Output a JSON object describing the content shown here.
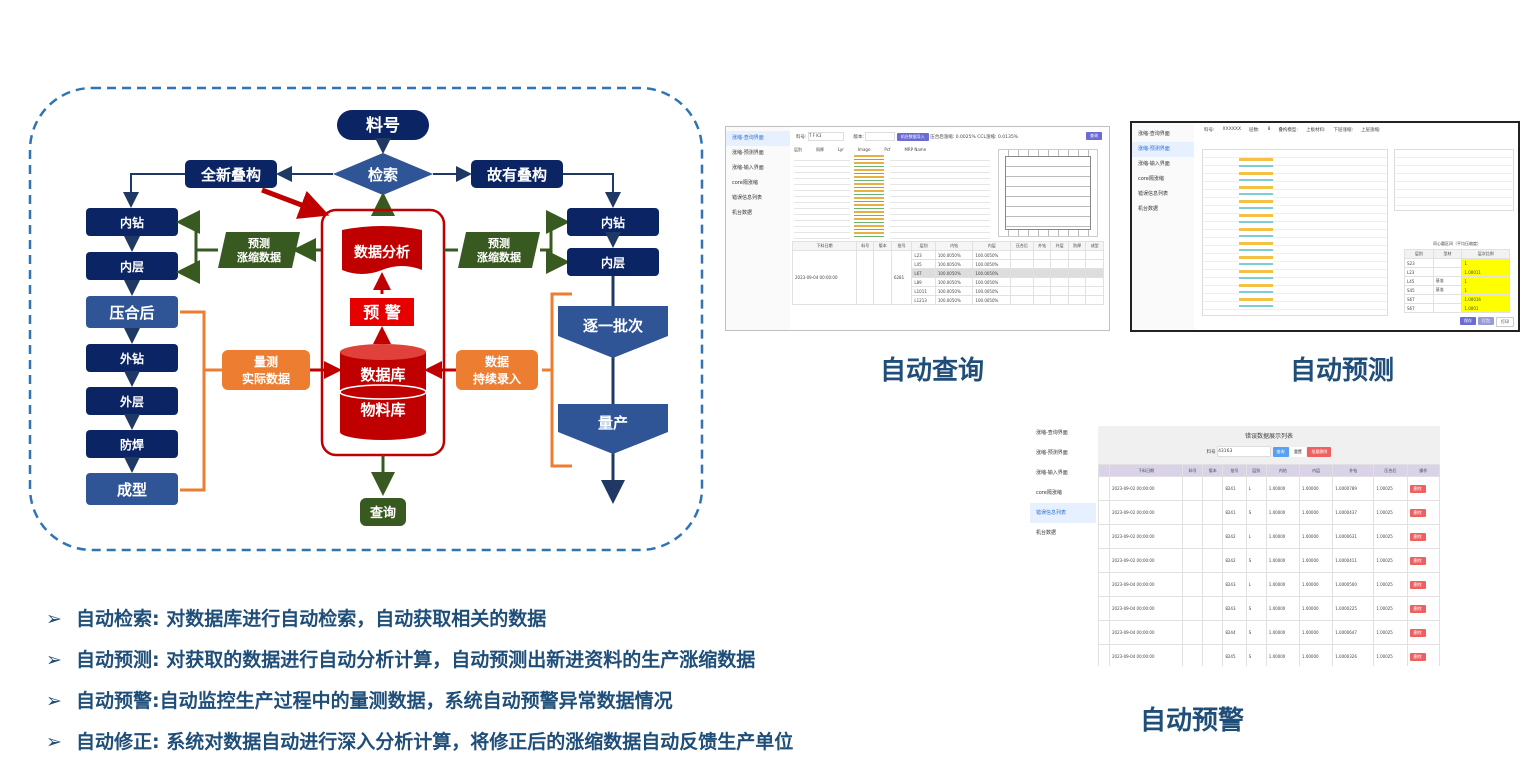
{
  "flow": {
    "liaohao": "料号",
    "jiansuo": "检索",
    "quanxin": "全新叠构",
    "guyou": "故有叠构",
    "left_col": [
      "内钻",
      "内层",
      "压合后",
      "外钻",
      "外层",
      "防焊",
      "成型"
    ],
    "right_col": [
      "内钻",
      "内层"
    ],
    "yuce_left": [
      "预测",
      "涨缩数据"
    ],
    "yuce_right": [
      "预测",
      "涨缩数据"
    ],
    "shuju_fenxi": "数据分析",
    "yujing": "预 警",
    "shujuku": "数据库",
    "wuliaoku": "物料库",
    "celiang": [
      "量测",
      "实际数据"
    ],
    "chixu": [
      "数据",
      "持续录入"
    ],
    "zhuyi": "逐一批次",
    "liangchan": "量产",
    "chaxun": "查询",
    "colors": {
      "navy": "#0b2463",
      "steel": "#2f5597",
      "red": "#c00000",
      "green": "#38591f",
      "orange": "#ed7d31",
      "dash": "#2e75b6"
    }
  },
  "ss1": {
    "side": [
      "涨缩-查询界面",
      "涨缩-预测界面",
      "涨缩-输入界面",
      "core隔涨缩",
      "错误信息列表",
      "机台数据"
    ],
    "filter": {
      "liaohao_label": "料号:",
      "liaohao_value": "T F K3",
      "banben_label": "版本:",
      "btn": "机台数据导入",
      "f1": "压合后涨缩:",
      "f2": "0.0025%",
      "f3": "CCL涨缩:",
      "f4": "0.0135%",
      "search": "查询"
    },
    "stack_headers": [
      "层别",
      "铜厚",
      "Lyr",
      "Image",
      "Pcf",
      "MRP Name"
    ],
    "rows_head": [
      "下料日期",
      "料号",
      "版本",
      "批号",
      "层别",
      "内钻",
      "内层",
      "压合后",
      "外钻",
      "外层",
      "防焊",
      "成型"
    ],
    "date": "2023-09-04 00:00:00",
    "batch": "6281",
    "layers": [
      "L23",
      "L45",
      "L67",
      "L89",
      "L1011",
      "L1213"
    ],
    "val": "100.0050%"
  },
  "ss2": {
    "side": [
      "涨缩-查询界面",
      "涨缩-预测界面",
      "涨缩-输入界面",
      "core隔涨缩",
      "错误信息列表",
      "机台数据"
    ],
    "top": [
      "料号:",
      "XXXXXX",
      "层数:",
      "8",
      "叠构模型:",
      "上板材料:",
      "下层涨缩:",
      "上层涨缩:"
    ],
    "right_title": "同心圆区间（平均压缩度）",
    "right_head": [
      "层别",
      "型材",
      "层次比例"
    ],
    "right_rows": [
      [
        "S23",
        "",
        "1"
      ],
      [
        "L23",
        "",
        "1.00011"
      ],
      [
        "L45",
        "基准",
        "1"
      ],
      [
        "S45",
        "基准",
        "1"
      ],
      [
        "S67",
        "",
        "1.00016"
      ],
      [
        "S67",
        "",
        "1.0001"
      ]
    ],
    "buttons": [
      "保存",
      "打包",
      "打印"
    ]
  },
  "ss3": {
    "side": [
      "涨缩-查询界面",
      "涨缩-预测界面",
      "涨缩-输入界面",
      "core隔涨缩",
      "错误信息列表",
      "机台数据"
    ],
    "title": "错误数据展示列表",
    "search_label": "料号",
    "search_value": "43163",
    "btns": [
      "查询",
      "重置",
      "批量删除"
    ],
    "head": [
      "下料日期",
      "料号",
      "版本",
      "批号",
      "层别",
      "内钻",
      "内层",
      "外钻",
      "压合后",
      "操作"
    ],
    "rows": [
      [
        "2023-09-02 00:00:00",
        "8241",
        "L",
        "1.00000",
        "1.00000",
        "1.0000789",
        "1.00025"
      ],
      [
        "2023-09-02 00:00:00",
        "8241",
        "S",
        "1.00000",
        "1.00000",
        "1.0000437",
        "1.00025"
      ],
      [
        "2023-09-02 00:00:00",
        "8242",
        "L",
        "1.00000",
        "1.00000",
        "1.0000631",
        "1.00025"
      ],
      [
        "2023-09-02 00:00:00",
        "8242",
        "S",
        "1.00000",
        "1.00000",
        "1.0000411",
        "1.00025"
      ],
      [
        "2023-09-04 00:00:00",
        "8243",
        "L",
        "1.00000",
        "1.00000",
        "1.0000500",
        "1.00025"
      ],
      [
        "2023-09-04 00:00:00",
        "8243",
        "S",
        "1.00000",
        "1.00000",
        "1.0000225",
        "1.00025"
      ],
      [
        "2023-09-04 00:00:00",
        "8244",
        "S",
        "1.00000",
        "1.00000",
        "1.0000647",
        "1.00025"
      ],
      [
        "2023-09-04 00:00:00",
        "8245",
        "S",
        "1.00000",
        "1.00000",
        "1.0000326",
        "1.00025"
      ]
    ],
    "del": "删除"
  },
  "captions": {
    "query": "自动查询",
    "predict": "自动预测",
    "alert": "自动预警"
  },
  "bullets": [
    {
      "arrow": "➢",
      "text": "自动检索: 对数据库进行自动检索，自动获取相关的数据"
    },
    {
      "arrow": "➢",
      "text": "自动预测: 对获取的数据进行自动分析计算，自动预测出新进资料的生产涨缩数据"
    },
    {
      "arrow": "➢",
      "text": "自动预警:自动监控生产过程中的量测数据，系统自动预警异常数据情况"
    },
    {
      "arrow": "➢",
      "text": "自动修正: 系统对数据自动进行深入分析计算，将修正后的涨缩数据自动反馈生产单位"
    }
  ]
}
